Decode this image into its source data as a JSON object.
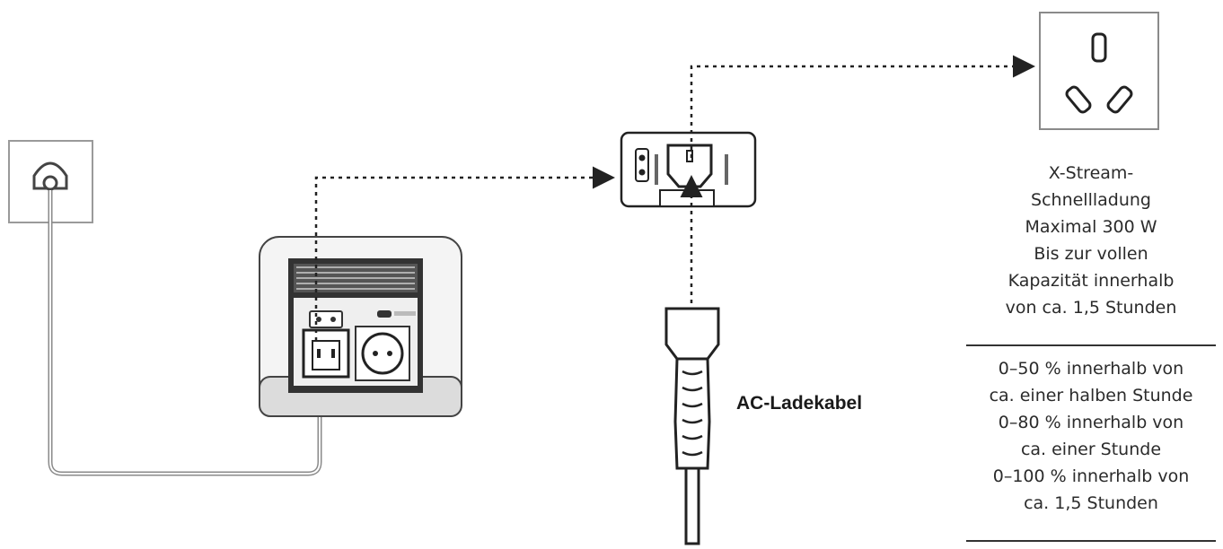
{
  "labels": {
    "cable": "AC-Ladekabel"
  },
  "info": {
    "lines_top": [
      "X-Stream-",
      "Schnellladung",
      "Maximal 300 W",
      "Bis zur vollen",
      "Kapazität innerhalb",
      "von ca. 1,5 Stunden"
    ],
    "lines_bottom": [
      "0–50 % innerhalb von",
      "ca. einer halben Stunde",
      "0–80 % innerhalb von",
      "ca. einer Stunde",
      "0–100 % innerhalb von",
      "ca. 1,5 Stunden"
    ]
  },
  "icons": [
    "wall-socket-icon",
    "power-station-icon",
    "ac-input-port-icon",
    "ac-cable-plug-icon",
    "mains-outlet-icon"
  ]
}
